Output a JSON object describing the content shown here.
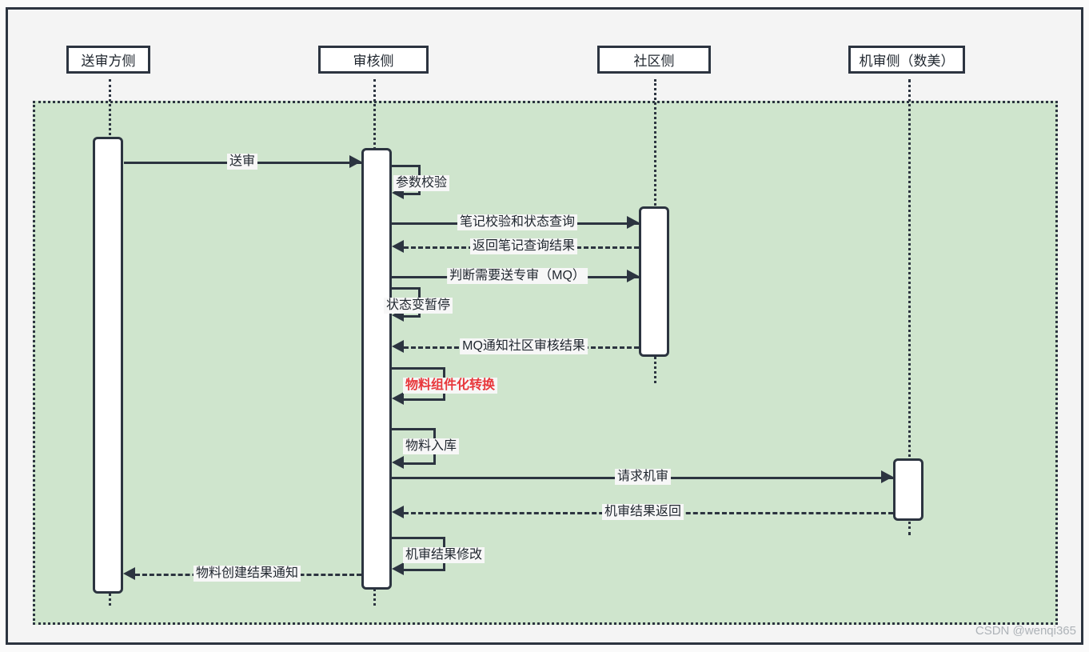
{
  "diagram": {
    "type": "sequence-diagram",
    "watermark": "CSDN @wenqi365",
    "accent_color": "#e8373b",
    "region_color": "#cfe5cd",
    "line_color": "#2c3440",
    "participants": [
      {
        "id": "submitter",
        "label": "送审方侧"
      },
      {
        "id": "reviewer",
        "label": "审核侧"
      },
      {
        "id": "community",
        "label": "社区侧"
      },
      {
        "id": "machine",
        "label": "机审侧（数美）"
      }
    ],
    "messages": [
      {
        "id": "m1",
        "label": "送审",
        "from": "submitter",
        "to": "reviewer",
        "style": "solid",
        "kind": "call"
      },
      {
        "id": "m2",
        "label": "参数校验",
        "from": "reviewer",
        "to": "reviewer",
        "style": "solid",
        "kind": "self"
      },
      {
        "id": "m3",
        "label": "笔记校验和状态查询",
        "from": "reviewer",
        "to": "community",
        "style": "solid",
        "kind": "call"
      },
      {
        "id": "m4",
        "label": "返回笔记查询结果",
        "from": "community",
        "to": "reviewer",
        "style": "dashed",
        "kind": "return"
      },
      {
        "id": "m5",
        "label": "判断需要送专审（MQ）",
        "from": "reviewer",
        "to": "community",
        "style": "solid",
        "kind": "call"
      },
      {
        "id": "m6",
        "label": "状态变暂停",
        "from": "reviewer",
        "to": "reviewer",
        "style": "solid",
        "kind": "self"
      },
      {
        "id": "m7",
        "label": "MQ通知社区审核结果",
        "from": "community",
        "to": "reviewer",
        "style": "dashed",
        "kind": "return"
      },
      {
        "id": "m8",
        "label": "物料组件化转换",
        "from": "reviewer",
        "to": "reviewer",
        "style": "solid",
        "kind": "self",
        "highlight": true
      },
      {
        "id": "m9",
        "label": "物料入库",
        "from": "reviewer",
        "to": "reviewer",
        "style": "solid",
        "kind": "self"
      },
      {
        "id": "m10",
        "label": "请求机审",
        "from": "reviewer",
        "to": "machine",
        "style": "solid",
        "kind": "call"
      },
      {
        "id": "m11",
        "label": "机审结果返回",
        "from": "machine",
        "to": "reviewer",
        "style": "dashed",
        "kind": "return"
      },
      {
        "id": "m12",
        "label": "机审结果修改",
        "from": "reviewer",
        "to": "reviewer",
        "style": "solid",
        "kind": "self"
      },
      {
        "id": "m13",
        "label": "物料创建结果通知",
        "from": "reviewer",
        "to": "submitter",
        "style": "dashed",
        "kind": "return"
      }
    ]
  }
}
